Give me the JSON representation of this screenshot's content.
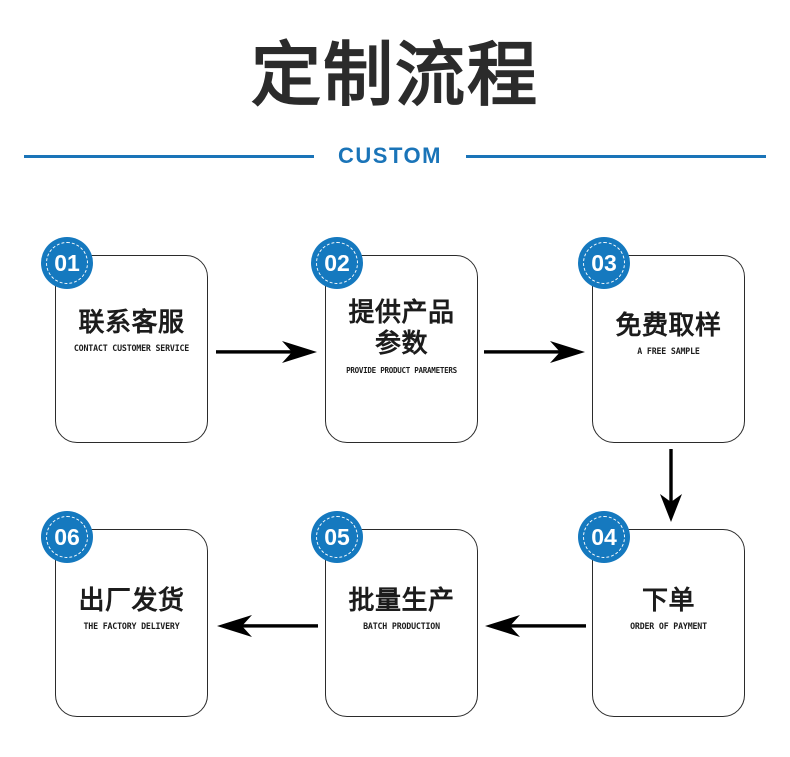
{
  "header": {
    "title": "定制流程",
    "subtitle": "CUSTOM",
    "accent_color": "#1a74b8",
    "title_color": "#2b2b2b"
  },
  "flow": {
    "badge_color": "#1579bf",
    "card_border_color": "#2b2b2b",
    "steps": [
      {
        "number": "01",
        "cn": "联系客服",
        "en": "CONTACT CUSTOMER SERVICE"
      },
      {
        "number": "02",
        "cn": "提供产品\n参数",
        "en": "PROVIDE PRODUCT PARAMETERS"
      },
      {
        "number": "03",
        "cn": "免费取样",
        "en": "A FREE SAMPLE"
      },
      {
        "number": "04",
        "cn": "下单",
        "en": "ORDER OF PAYMENT"
      },
      {
        "number": "05",
        "cn": "批量生产",
        "en": "BATCH PRODUCTION"
      },
      {
        "number": "06",
        "cn": "出厂发货",
        "en": "THE FACTORY DELIVERY"
      }
    ],
    "connectors": [
      {
        "name": "arrow-01-to-02",
        "direction": "right"
      },
      {
        "name": "arrow-02-to-03",
        "direction": "right"
      },
      {
        "name": "arrow-03-to-04",
        "direction": "down"
      },
      {
        "name": "arrow-04-to-05",
        "direction": "left"
      },
      {
        "name": "arrow-05-to-06",
        "direction": "left"
      }
    ]
  }
}
